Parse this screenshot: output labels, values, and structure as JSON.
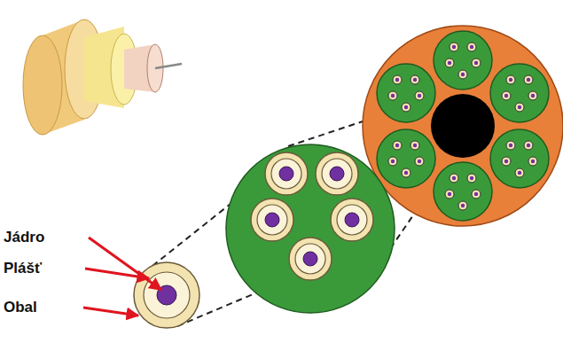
{
  "diagram": {
    "labels": [
      "Jádro",
      "Plášť",
      "Obal"
    ]
  }
}
